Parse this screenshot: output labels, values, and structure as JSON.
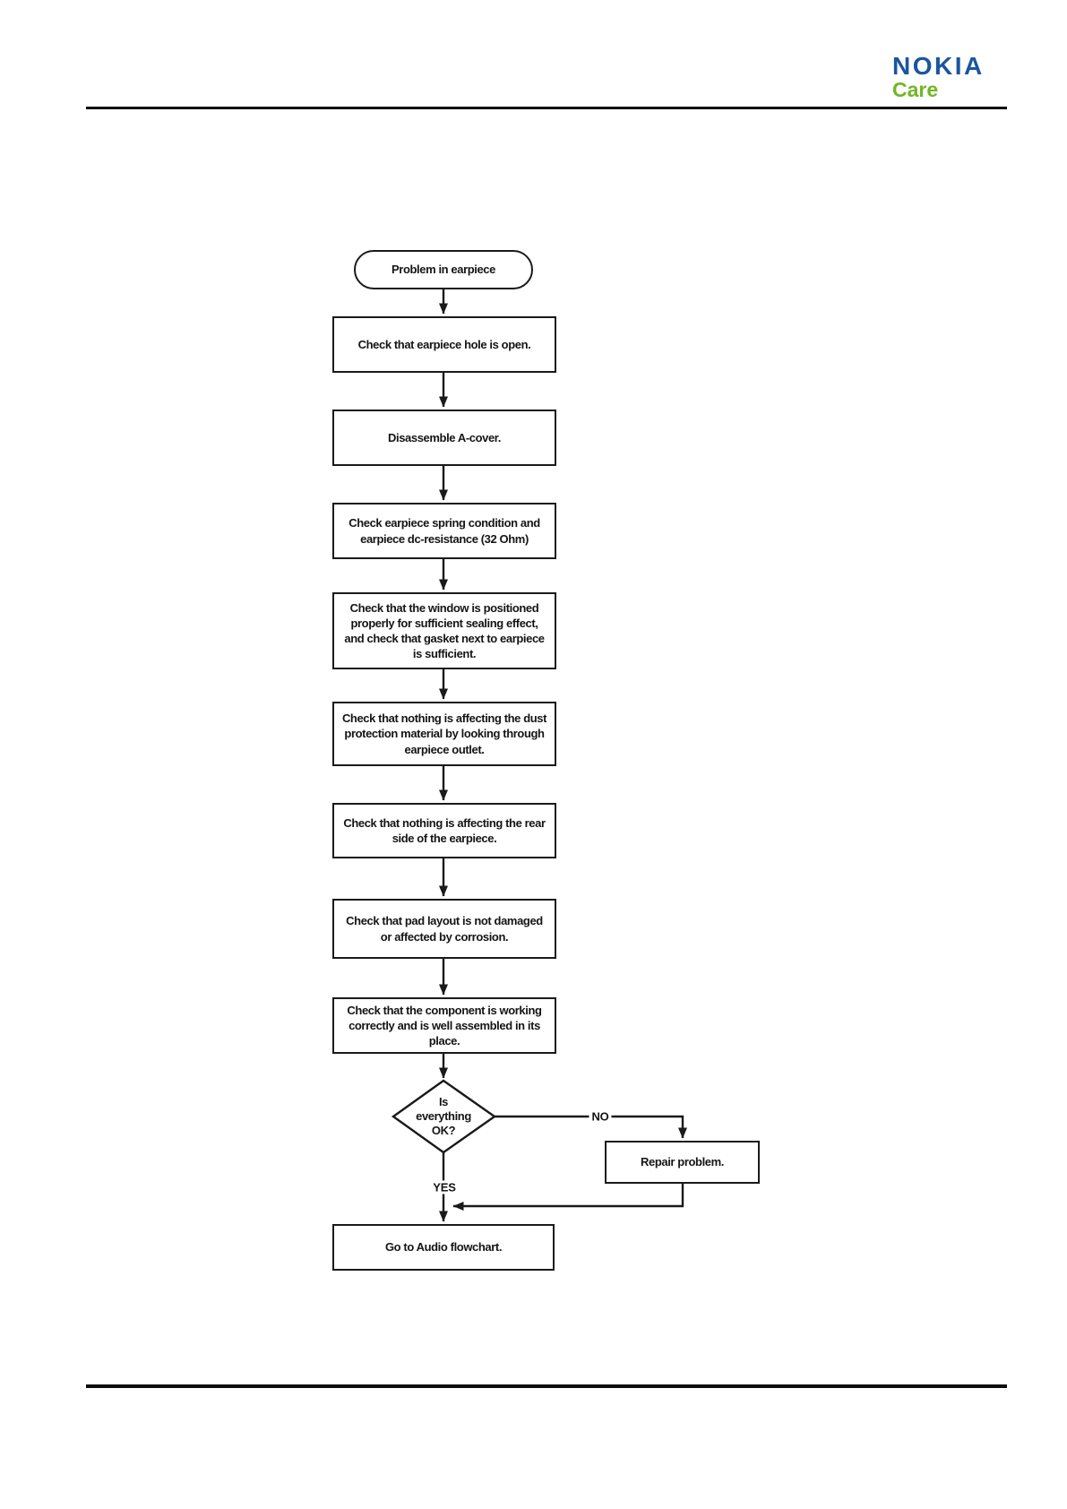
{
  "header": {
    "brand": "NOKIA",
    "brand_sub": "Care"
  },
  "colors": {
    "brand_blue": "#1a55a0",
    "brand_green": "#72b626",
    "flow_ink": "#1a1a1a"
  },
  "flowchart": {
    "start": "Problem in earpiece",
    "steps": [
      "Check that earpiece hole is open.",
      "Disassemble A-cover.",
      "Check earpiece spring condition and\nearpiece dc-resistance (32 Ohm)",
      "Check that the window is positioned\nproperly for sufficient sealing effect,\nand check that gasket next to earpiece\nis sufficient.",
      "Check that nothing is affecting the dust\nprotection material by looking through\nearpiece outlet.",
      "Check that nothing is affecting the rear\nside of the earpiece.",
      "Check that pad layout is not damaged\nor affected by corrosion.",
      "Check that the component is working\ncorrectly and is well assembled in its\nplace."
    ],
    "decision": "Is\neverything\nOK?",
    "no_label": "NO",
    "yes_label": "YES",
    "repair": "Repair problem.",
    "end": "Go to Audio flowchart."
  }
}
